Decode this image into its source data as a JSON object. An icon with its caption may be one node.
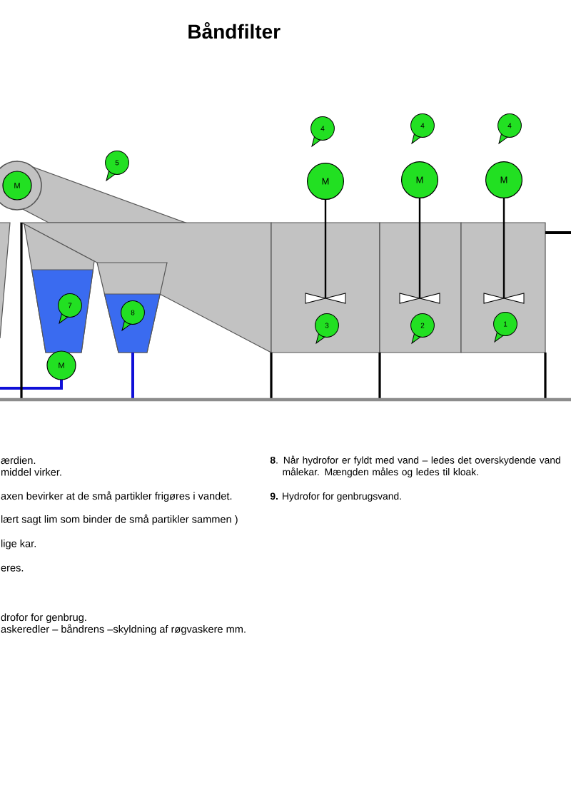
{
  "diagram": {
    "title": "Båndfilter",
    "nodes": [
      {
        "text": [
          "4"
        ]
      },
      {
        "text": [
          "4"
        ]
      },
      {
        "text": [
          "4"
        ]
      },
      {
        "text": [
          "5"
        ]
      },
      {
        "text": [
          "M"
        ]
      },
      {
        "text": [
          "M"
        ]
      },
      {
        "text": [
          "M"
        ]
      },
      {
        "text": [
          "M"
        ]
      },
      {
        "text": [
          "7"
        ]
      },
      {
        "text": [
          "8"
        ]
      },
      {
        "text": [
          "3"
        ]
      },
      {
        "text": [
          "2"
        ]
      },
      {
        "text": [
          "1"
        ]
      },
      {
        "text": [
          "M"
        ]
      }
    ],
    "labels": [
      "ærdien.",
      "middel virker.",
      "axen bevirker at de små partikler frigøres i vandet.",
      "lært sagt lim som binder de små partikler sammen )",
      "lige kar.",
      "eres.",
      "drofor for genbrug.",
      "askeredler – båndrens –skyldning af røgvaskere mm.",
      "**8**. Når hydrofor er fyldt med vand – ledes det overskydende vand målekar. Mængden måles og ledes til kloak.",
      "**9.** Hydrofor for genbrugsvand."
    ]
  }
}
